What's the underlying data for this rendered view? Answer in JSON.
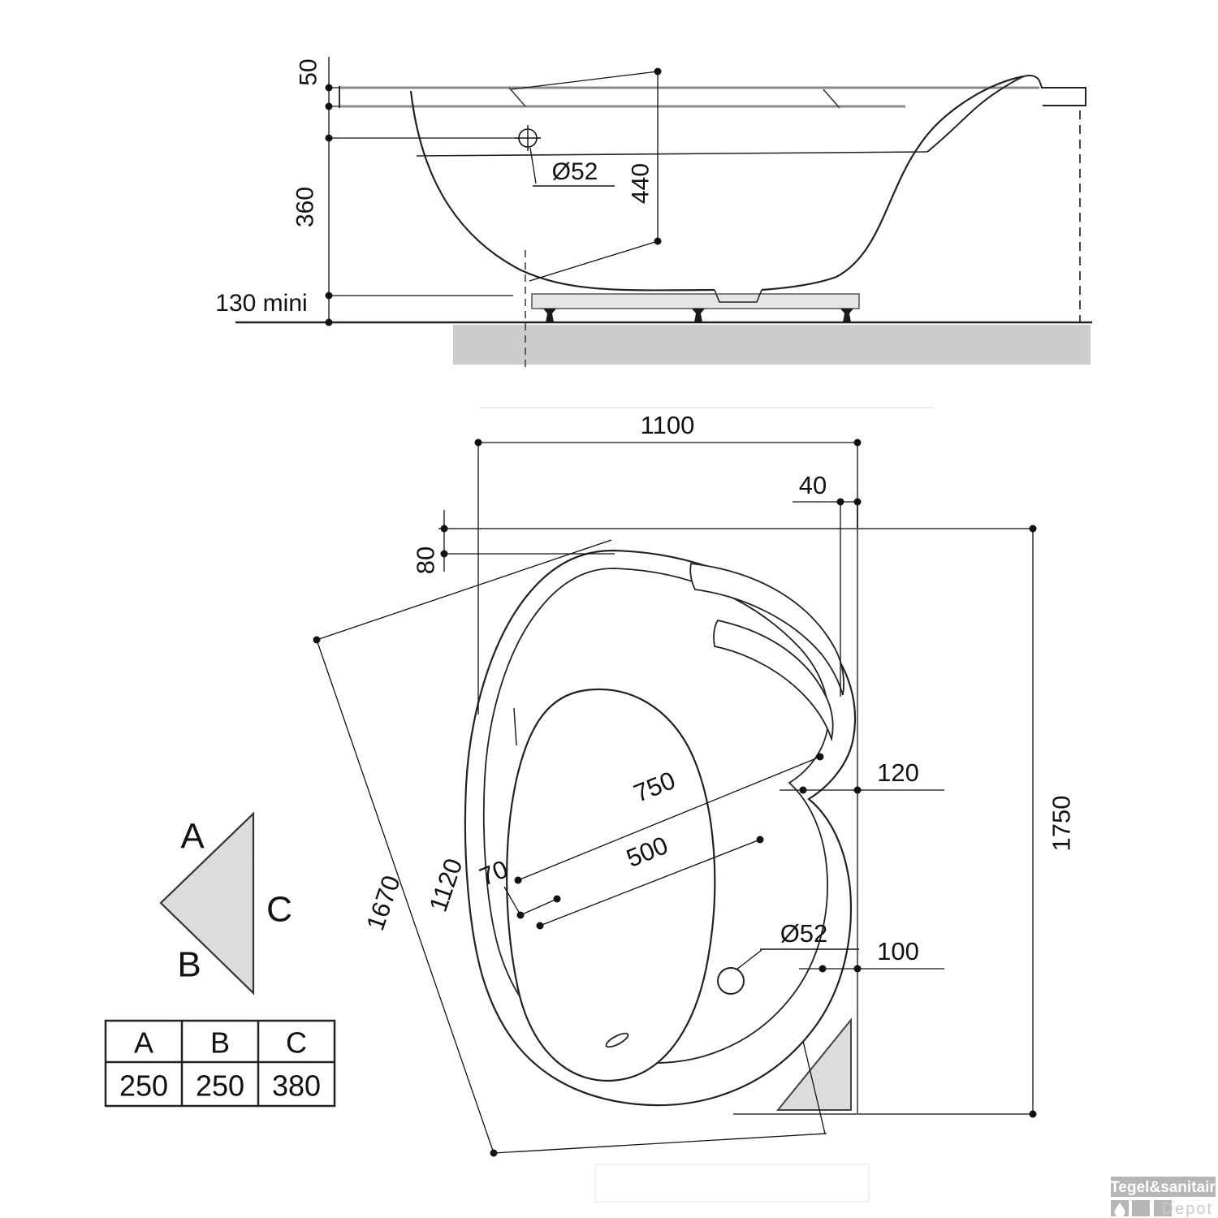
{
  "side_view": {
    "dim_rim_thickness": "50",
    "dim_depth": "360",
    "dim_height": "440",
    "dim_drain": "Ø52",
    "dim_floor_clearance": "130 mini"
  },
  "plan_view": {
    "dim_width_top": "1100",
    "dim_offset_40": "40",
    "dim_offset_80": "80",
    "dim_offset_120": "120",
    "dim_offset_100": "100",
    "dim_length_right": "1750",
    "dim_length_diag": "1670",
    "dim_inner_diag": "1120",
    "dim_rim_70": "70",
    "dim_seat_750": "750",
    "dim_seat_500": "500",
    "dim_drain": "Ø52"
  },
  "legend": {
    "label_a": "A",
    "label_b": "B",
    "label_c": "C"
  },
  "table": {
    "headers": [
      "A",
      "B",
      "C"
    ],
    "values": [
      "250",
      "250",
      "380"
    ]
  },
  "logo": {
    "brand": "Tegel&sanitair",
    "sub": "Depot"
  },
  "colors": {
    "line": "#222222",
    "dim_line": "#111111",
    "gray_fill": "#dcdcdc",
    "slab_fill": "#cdcdcd",
    "deck_gray": "#8a8a8a",
    "logo_gray": "#b6b6b6"
  }
}
